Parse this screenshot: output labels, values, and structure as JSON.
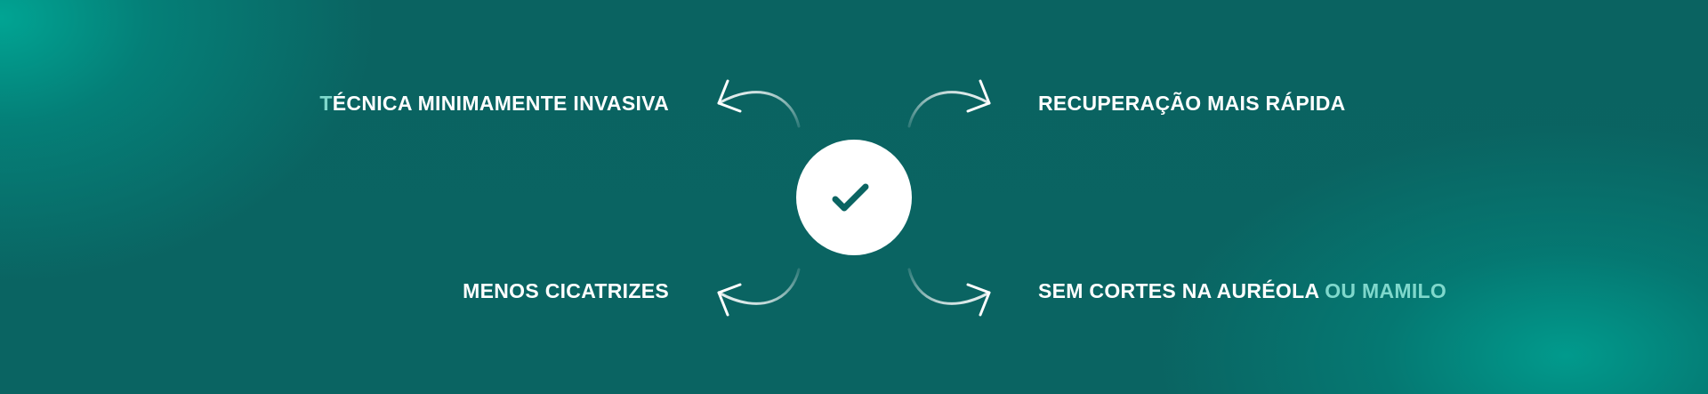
{
  "features": {
    "top_left": {
      "accent": "T",
      "rest": "ÉCNICA MINIMAMENTE INVASIVA"
    },
    "top_right": {
      "text": "RECUPERAÇÃO MAIS RÁPIDA"
    },
    "bottom_left": {
      "text": "MENOS CICATRIZES"
    },
    "bottom_right": {
      "text": "SEM CORTES NA AURÉOLA ",
      "accent": "OU MAMILO"
    }
  },
  "icons": {
    "center": "check-icon",
    "arrows": [
      "arrow-top-left-icon",
      "arrow-top-right-icon",
      "arrow-bottom-left-icon",
      "arrow-bottom-right-icon"
    ]
  },
  "colors": {
    "background": "#0a6462",
    "glow": "#00a896",
    "text": "#ffffff",
    "accent_text": "#7fd8cc",
    "check": "#0a6462"
  }
}
